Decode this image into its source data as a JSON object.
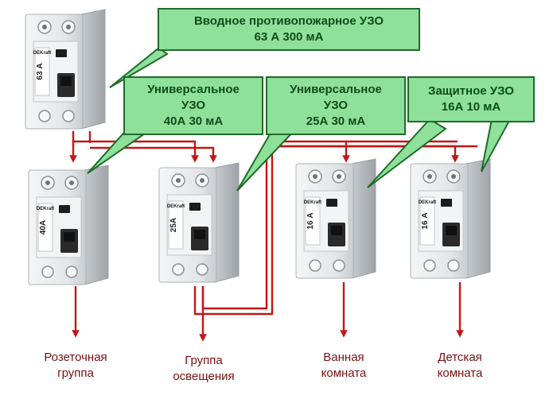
{
  "colors": {
    "wire": "#c01818",
    "callout_fill": "#8fe09a",
    "callout_border": "#1e6b2a",
    "callout_text": "#0f4d1a",
    "label_text": "#7a1010",
    "breaker_body": "#e6e8ea",
    "breaker_shadow": "#b9bdc1"
  },
  "callouts": [
    {
      "id": "main",
      "lines": [
        "Вводное противопожарное УЗО",
        "63 А 300 мА"
      ]
    },
    {
      "id": "u40",
      "lines": [
        "Универсальное",
        "УЗО",
        "40А 30 мА"
      ]
    },
    {
      "id": "u25",
      "lines": [
        "Универсальное",
        "УЗО",
        "25А 30 мА"
      ]
    },
    {
      "id": "p16",
      "lines": [
        "Защитное УЗО",
        "16А 10 мА"
      ]
    }
  ],
  "breakers": [
    {
      "id": "main",
      "rating": "63 А",
      "brand": "DEKraft",
      "icon": "rcd-breaker-icon"
    },
    {
      "id": "b40",
      "rating": "40А",
      "brand": "DEKraft",
      "icon": "rcd-breaker-icon"
    },
    {
      "id": "b25",
      "rating": "25А",
      "brand": "DEKraft",
      "icon": "rcd-breaker-icon"
    },
    {
      "id": "b16a",
      "rating": "16 А",
      "brand": "DEKraft",
      "icon": "rcd-breaker-icon"
    },
    {
      "id": "b16b",
      "rating": "16 А",
      "brand": "DEKraft",
      "icon": "rcd-breaker-icon"
    }
  ],
  "outputs": [
    {
      "id": "sockets",
      "lines": [
        "Розеточная",
        "группа"
      ]
    },
    {
      "id": "lighting",
      "lines": [
        "Группа",
        "освещения"
      ]
    },
    {
      "id": "bathroom",
      "lines": [
        "Ванная",
        "комната"
      ]
    },
    {
      "id": "nursery",
      "lines": [
        "Детская",
        "комната"
      ]
    }
  ]
}
